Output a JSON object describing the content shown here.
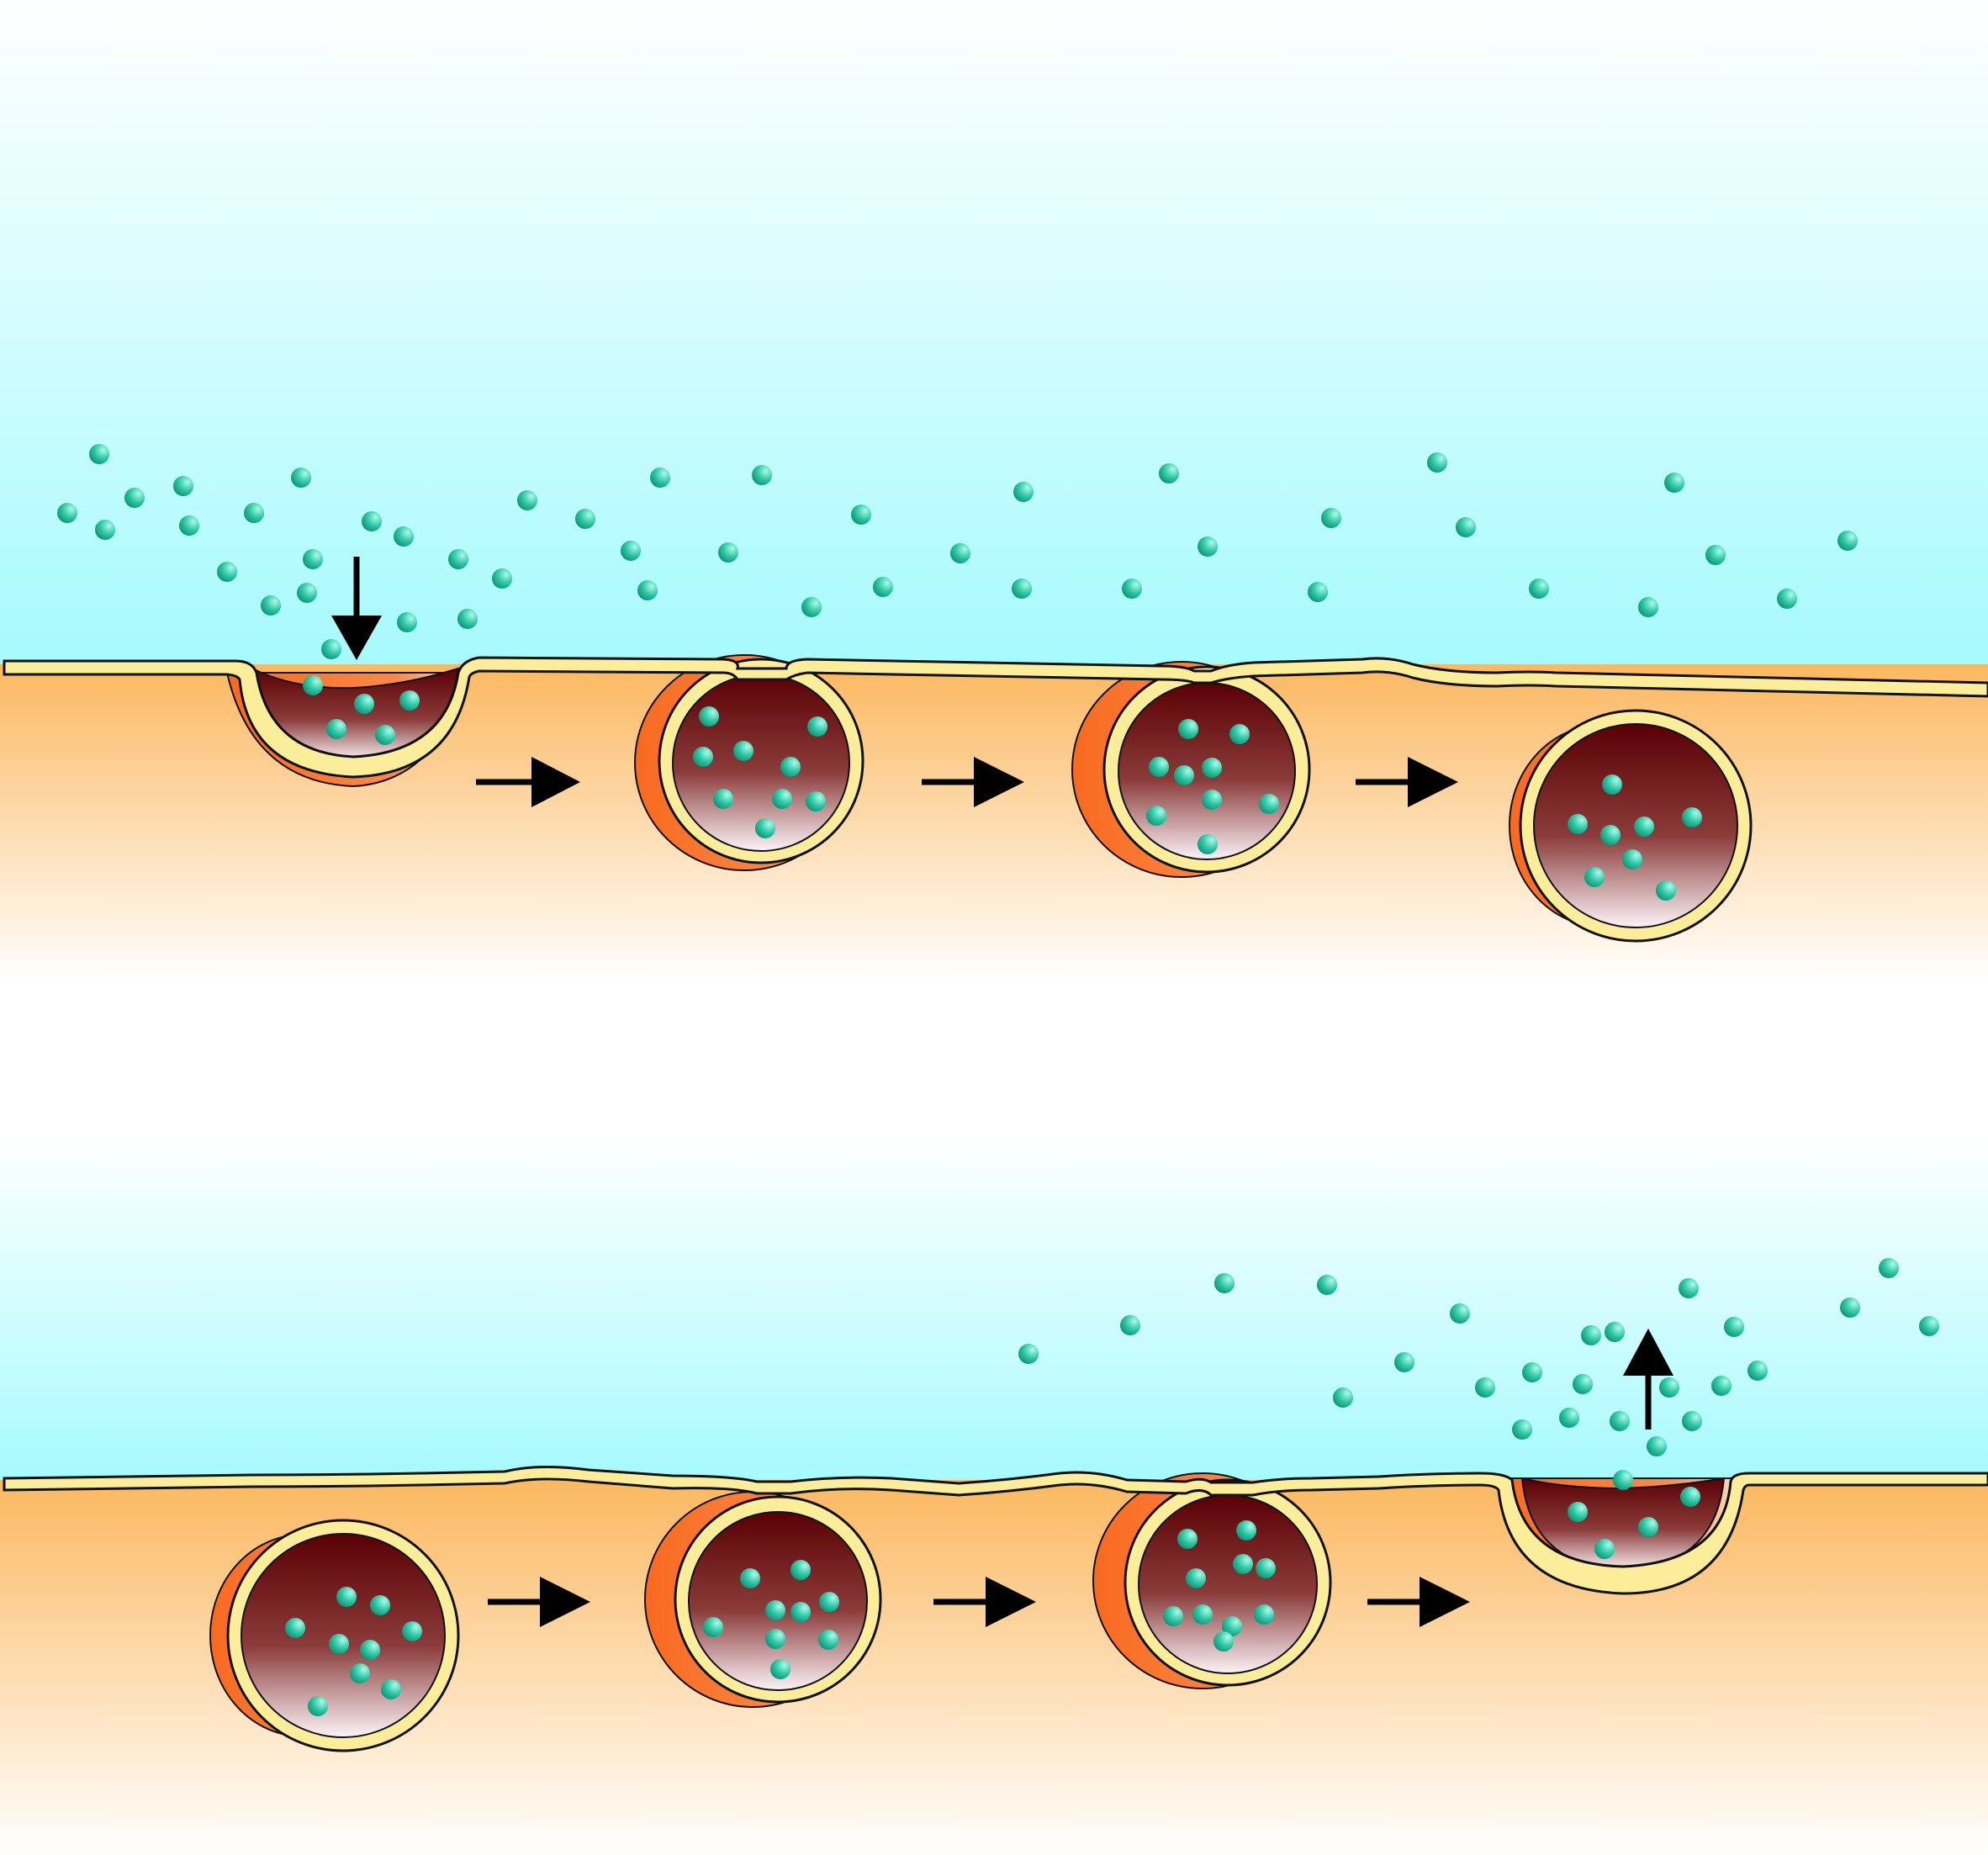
{
  "diagram": {
    "panels": [
      {
        "name": "endocytosis-sequence",
        "direction_arrow": "down",
        "step_arrows": 3,
        "vesicle_stages": [
          "invaginating-pit",
          "pinching-vesicle",
          "budding-vesicle",
          "free-vesicle"
        ]
      },
      {
        "name": "exocytosis-sequence",
        "direction_arrow": "up",
        "step_arrows": 3,
        "vesicle_stages": [
          "free-vesicle",
          "docking-vesicle",
          "fusing-vesicle",
          "opening-pit"
        ]
      }
    ],
    "colors": {
      "extracellular_top": "#ffffff",
      "extracellular_bottom": "#a6fafd",
      "cytoplasm_top": "#fbb860",
      "cytoplasm_bottom": "#ffffff",
      "membrane_fill": "#fbed9a",
      "membrane_outline": "#111111",
      "vesicle_rim_outer": "#f9691f",
      "vesicle_rim_light": "#fde0c6",
      "vesicle_lumen_top": "#5a0004",
      "vesicle_lumen_bottom": "#fbf3f7",
      "particle_dark": "#0f8f74",
      "particle_light": "#a8fbe9",
      "arrow": "#000000"
    }
  }
}
